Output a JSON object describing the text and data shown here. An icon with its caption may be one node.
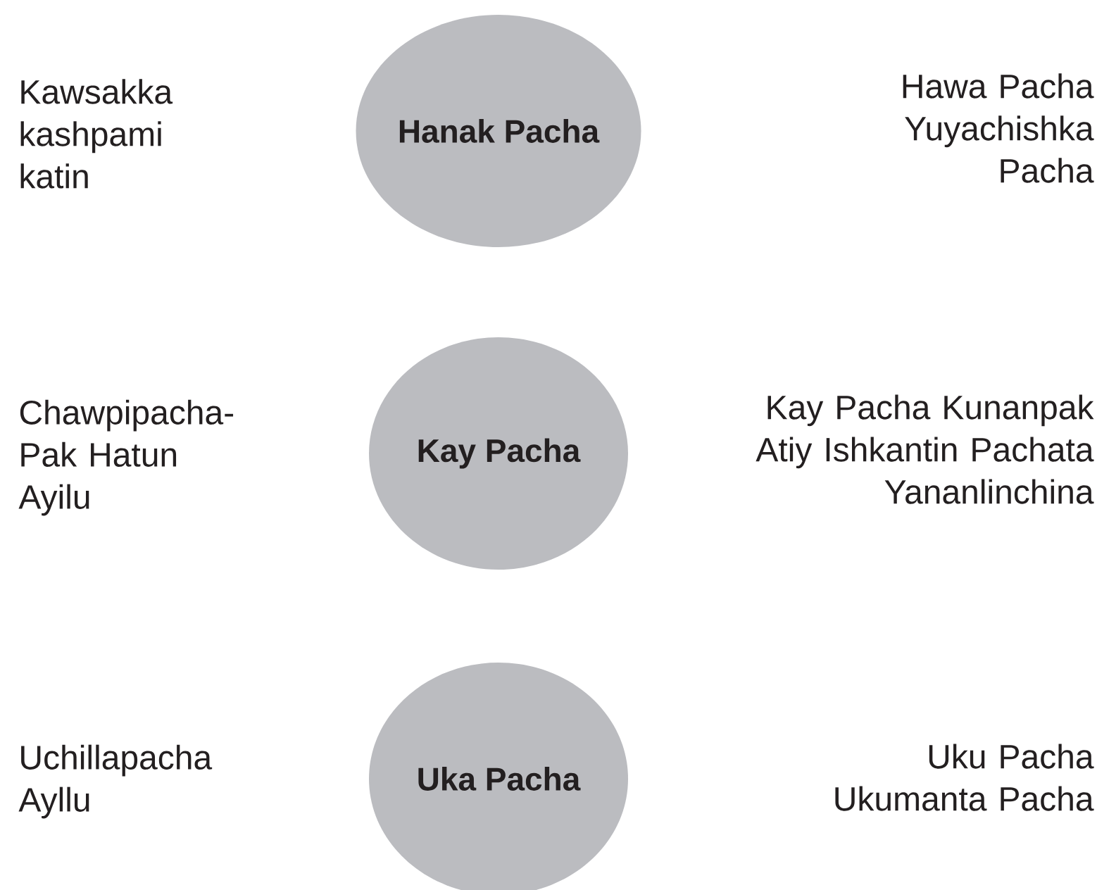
{
  "diagram": {
    "nodes": [
      {
        "text": [
          "Hanak Pacha"
        ]
      },
      {
        "text": [
          "Kay Pacha"
        ]
      },
      {
        "text": [
          "Uka Pacha"
        ]
      }
    ],
    "labels": [
      "Kawsakka kashpami katin",
      "Hawa Pacha Yuyachishka Pacha",
      "Chawpipacha-Pak Hatun Ayilu",
      "Kay Pacha Kunanpak Atiy Ishkantin Pachata Yananlinchina",
      "Uchillapacha Ayllu",
      "Uku Pacha Ukumanta Pacha"
    ]
  }
}
